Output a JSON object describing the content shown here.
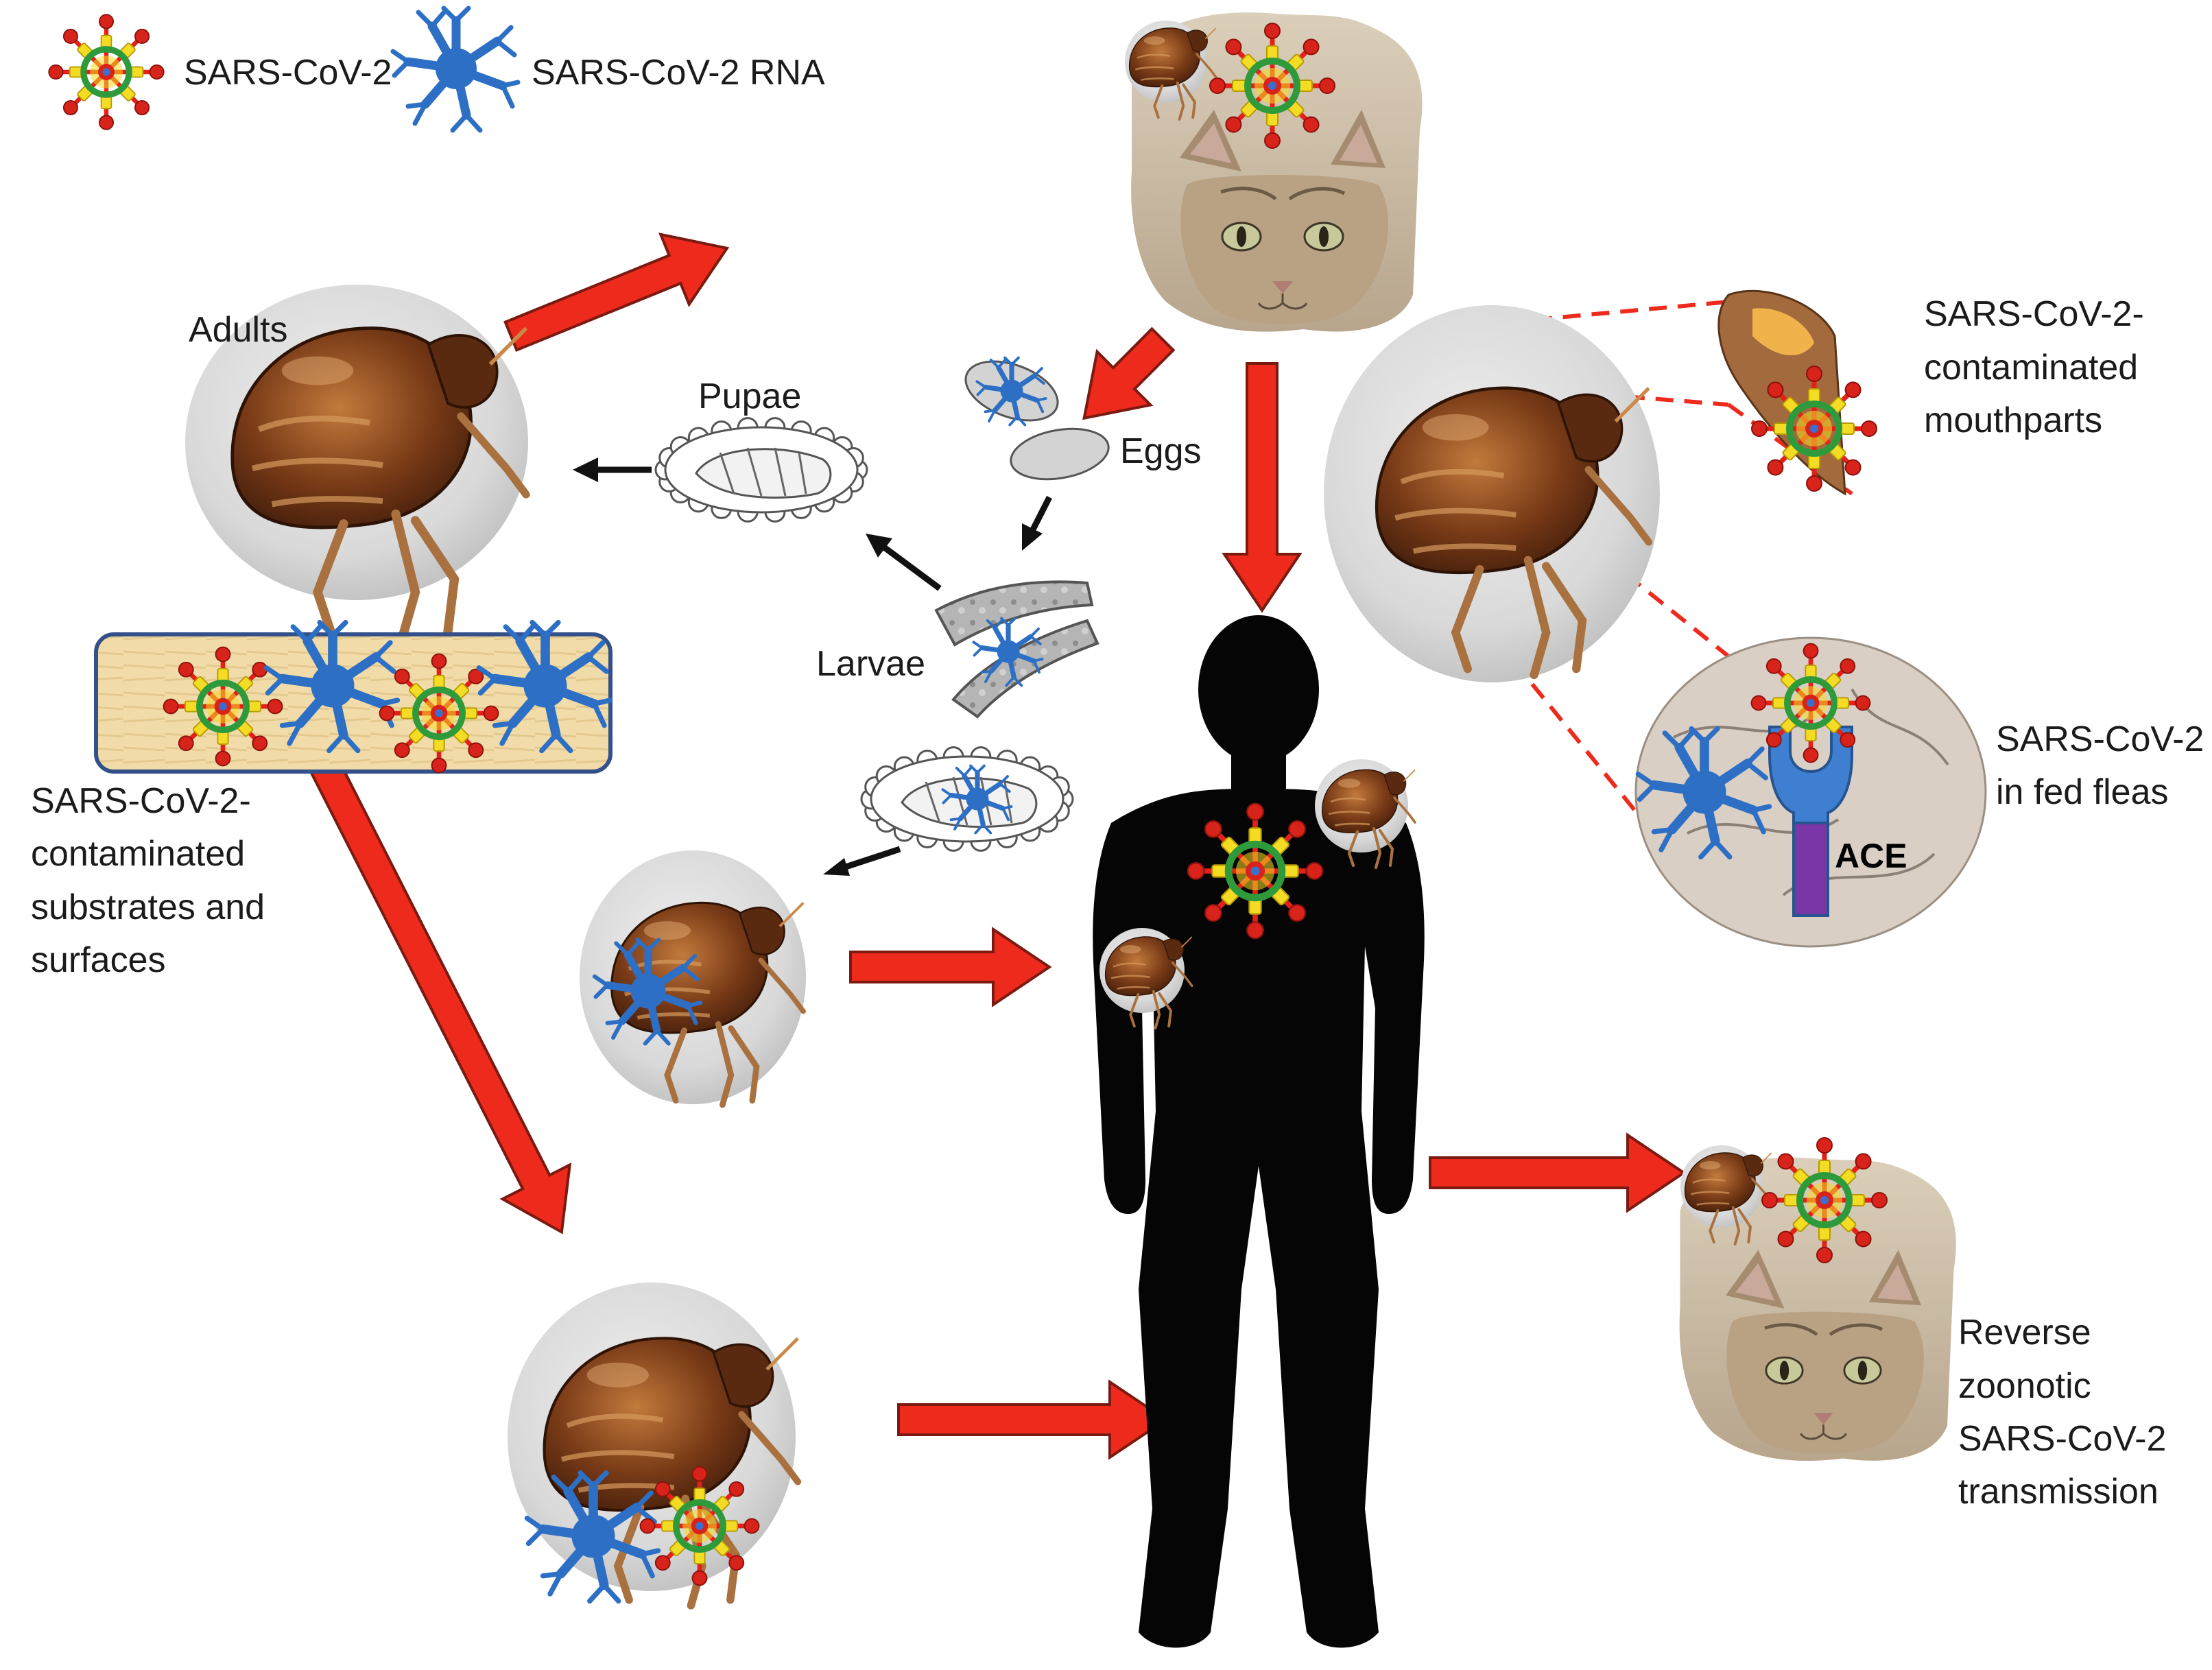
{
  "legend": {
    "virus_label": "SARS-CoV-2",
    "rna_label": "SARS-CoV-2 RNA"
  },
  "labels": {
    "adults": "Adults",
    "pupae": "Pupae",
    "eggs": "Eggs",
    "larvae": "Larvae",
    "contaminated_substrates": [
      "SARS-CoV-2-",
      "contaminated",
      "substrates and",
      "surfaces"
    ],
    "contaminated_mouthparts": [
      "SARS-CoV-2-",
      "contaminated",
      "mouthparts"
    ],
    "fed_fleas": [
      "SARS-CoV-2",
      "in fed fleas"
    ],
    "receptor": "ACE",
    "reverse_zoonotic": [
      "Reverse",
      "zoonotic",
      "SARS-CoV-2",
      "transmission"
    ]
  },
  "colors": {
    "transmission_arrow": "#ee2a1c",
    "lifecycle_arrow": "#111111",
    "virus_spikes": "#e32119",
    "virus_tips": "#d8231b",
    "virus_ring": "#2f9a3c",
    "virus_knobs": "#f5dc24",
    "rna": "#2c6fc4",
    "ace_receptor_head": "#3f7fd1",
    "ace_receptor_stalk": "#7a36a6",
    "substrate_panel": "#f0d9a6",
    "substrate_border": "#34508a",
    "human_silhouette": "#050505",
    "flea_body": "#6a3418",
    "cat_fur": "#b8a48a",
    "zoom_lines": "#ee2a1c"
  },
  "icons": [
    "sars-cov-2-virus-icon",
    "sars-cov-2-rna-icon",
    "flea-icon",
    "cat-icon",
    "human-silhouette-icon",
    "egg-icon",
    "larva-icon",
    "pupa-icon",
    "ace-receptor-icon"
  ]
}
